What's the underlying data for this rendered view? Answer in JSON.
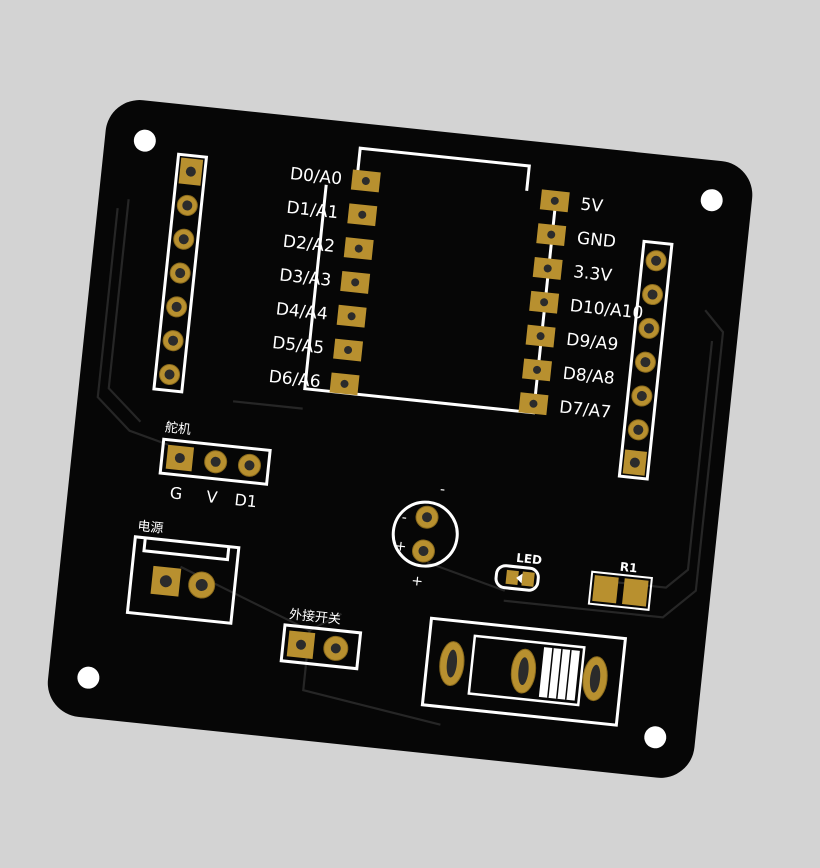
{
  "board": {
    "mcu_left_pins": [
      "D0/A0",
      "D1/A1",
      "D2/A2",
      "D3/A3",
      "D4/A4",
      "D5/A5",
      "D6/A6"
    ],
    "mcu_right_pins": [
      "5V",
      "GND",
      "3.3V",
      "D10/A10",
      "D9/A9",
      "D8/A8",
      "D7/A7"
    ],
    "servo": {
      "title": "舵机",
      "pins": [
        "G",
        "V",
        "D1"
      ]
    },
    "power": {
      "title": "电源"
    },
    "external_switch": {
      "title": "外接开关"
    },
    "capacitor": {
      "minus": "-",
      "plus": "+"
    },
    "led": {
      "label": "LED"
    },
    "resistor": {
      "label": "R1"
    }
  },
  "colors": {
    "background": "#d3d3d3",
    "solder_mask": "#060606",
    "silkscreen": "#ffffff",
    "pad_gold": "#b8902f"
  }
}
